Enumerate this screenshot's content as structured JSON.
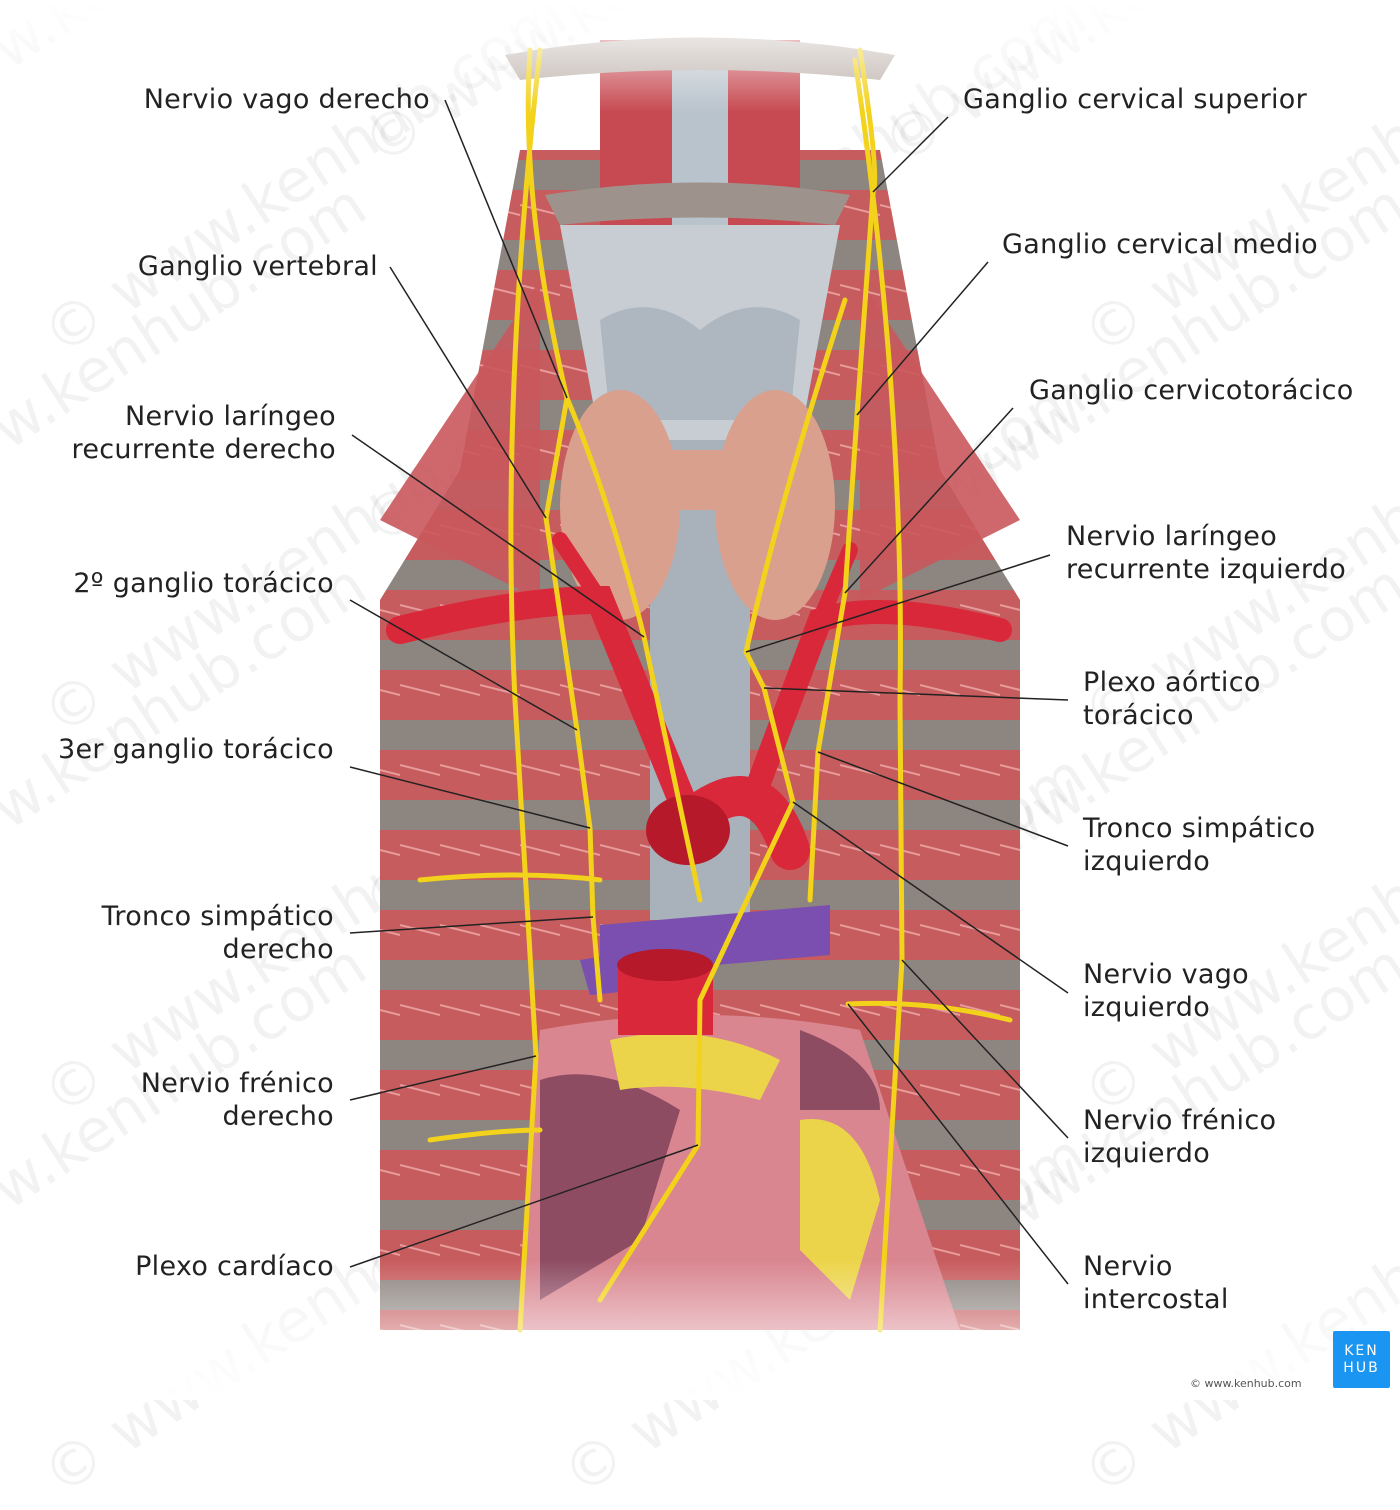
{
  "labels_left": [
    {
      "id": "nervio-vago-derecho",
      "lines": [
        "Nervio vago derecho"
      ]
    },
    {
      "id": "ganglio-vertebral",
      "lines": [
        "Ganglio vertebral"
      ]
    },
    {
      "id": "nervio-laringeo-recurrente-derecho",
      "lines": [
        "Nervio laríngeo",
        "recurrente derecho"
      ]
    },
    {
      "id": "segundo-ganglio-toracico",
      "lines": [
        "2º ganglio torácico"
      ]
    },
    {
      "id": "tercer-ganglio-toracico",
      "lines": [
        "3er ganglio torácico"
      ]
    },
    {
      "id": "tronco-simpatico-derecho",
      "lines": [
        "Tronco simpático",
        "derecho"
      ]
    },
    {
      "id": "nervio-frenico-derecho",
      "lines": [
        "Nervio frénico",
        "derecho"
      ]
    },
    {
      "id": "plexo-cardiaco",
      "lines": [
        "Plexo cardíaco"
      ]
    }
  ],
  "labels_right": [
    {
      "id": "ganglio-cervical-superior",
      "lines": [
        "Ganglio cervical superior"
      ]
    },
    {
      "id": "ganglio-cervical-medio",
      "lines": [
        "Ganglio cervical medio"
      ]
    },
    {
      "id": "ganglio-cervicotoracico",
      "lines": [
        "Ganglio cervicotorácico"
      ]
    },
    {
      "id": "nervio-laringeo-recurrente-izquierdo",
      "lines": [
        "Nervio laríngeo",
        "recurrente izquierdo"
      ]
    },
    {
      "id": "plexo-aortico-toracico",
      "lines": [
        "Plexo aórtico",
        "torácico"
      ]
    },
    {
      "id": "tronco-simpatico-izquierdo",
      "lines": [
        "Tronco simpático",
        "izquierdo"
      ]
    },
    {
      "id": "nervio-vago-izquierdo",
      "lines": [
        "Nervio vago",
        "izquierdo"
      ]
    },
    {
      "id": "nervio-frenico-izquierdo",
      "lines": [
        "Nervio frénico",
        "izquierdo"
      ]
    },
    {
      "id": "nervio-intercostal",
      "lines": [
        "Nervio",
        "intercostal"
      ]
    }
  ],
  "watermark": "© www.kenhub.com",
  "logo": {
    "line1": "KEN",
    "line2": "HUB"
  },
  "copyright": "© www.kenhub.com",
  "colors": {
    "nerve": "#f2d21a",
    "artery": "#d8283a",
    "muscle": "#c85a5a",
    "trachea": "#b9c3cc",
    "thyroid": "#d9a08e",
    "vein": "#7b4fb0",
    "logo": "#1a95f1"
  }
}
